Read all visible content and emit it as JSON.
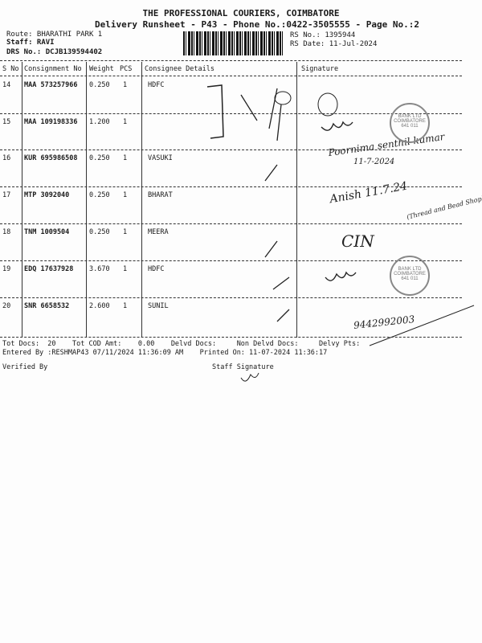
{
  "header": {
    "company": "THE PROFESSIONAL COURIERS, COIMBATORE",
    "subtitle": "Delivery Runsheet - P43 - Phone No.:0422-3505555 - Page No.:2",
    "route": "Route: BHARATHI PARK 1",
    "staff": "Staff: RAVI",
    "drs": "DRS No.: DCJB139594402",
    "rs_no": "RS No.: 1395944",
    "rs_date": "RS Date: 11-Jul-2024"
  },
  "table": {
    "columns": [
      "S No",
      "Consignment No",
      "Weight",
      "PCS",
      "Consignee Details",
      "Signature"
    ],
    "rows": [
      {
        "sno": "14",
        "cn": "MAA 573257966",
        "weight": "0.250",
        "pcs": "1",
        "consignee": "HDFC"
      },
      {
        "sno": "15",
        "cn": "MAA 109198336",
        "weight": "1.200",
        "pcs": "1",
        "consignee": ""
      },
      {
        "sno": "16",
        "cn": "KUR 695986508",
        "weight": "0.250",
        "pcs": "1",
        "consignee": "VASUKI"
      },
      {
        "sno": "17",
        "cn": "MTP 3092040",
        "weight": "0.250",
        "pcs": "1",
        "consignee": "BHARAT"
      },
      {
        "sno": "18",
        "cn": "TNM 1009504",
        "weight": "0.250",
        "pcs": "1",
        "consignee": "MEERA"
      },
      {
        "sno": "19",
        "cn": "EDQ 17637928",
        "weight": "3.670",
        "pcs": "1",
        "consignee": "HDFC"
      },
      {
        "sno": "20",
        "cn": "SNR 6658532",
        "weight": "2.600",
        "pcs": "1",
        "consignee": "SUNIL"
      }
    ]
  },
  "handwriting": {
    "h1": "Poornima senthil kumar",
    "h1date": "11-7-2024",
    "h2": "Anish 11.7.24",
    "h2b": "(Thread and Bead Shop)",
    "h3": "CIN",
    "h4": "9442992003"
  },
  "stamp": {
    "text": "BANK LTD COIMBATORE 641 011"
  },
  "footer": {
    "totals": "Tot Docs:  20    Tot COD Amt:    0.00    Delvd Docs:     Non Delvd Docs:     Delvy Pts:",
    "entered": "Entered By :RESHMAP43 07/11/2024 11:36:09 AM    Printed On: 11-07-2024 11:36:17",
    "verified": "Verified By",
    "staff_sig": "Staff Signature"
  }
}
